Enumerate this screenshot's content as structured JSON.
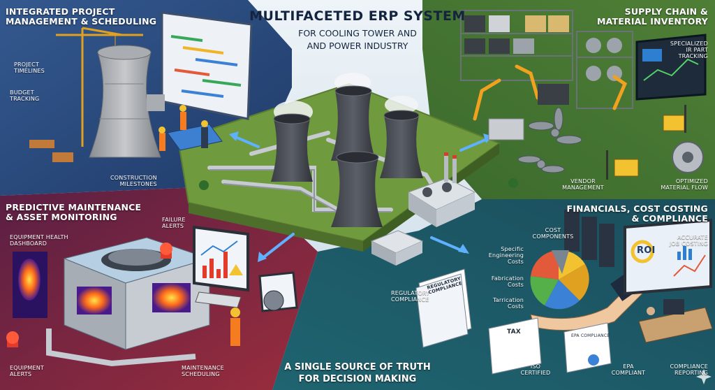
{
  "title": {
    "line1": "MULTIFACETED ERP SYSTEM",
    "line2": "FOR COOLING TOWER AND",
    "line3": "AND POWER INDUSTRY"
  },
  "quadrants": {
    "project": {
      "heading_line1": "INTEGRATED PROJECT",
      "heading_line2": "MANAGEMENT & SCHEDULING",
      "labels": {
        "timelines_1": "PROJECT",
        "timelines_2": "TIMELINES",
        "budget_1": "BUDGET",
        "budget_2": "TRACKING",
        "milestones_1": "CONSTRUCTION",
        "milestones_2": "MILESTONES"
      },
      "bg_color": "#2e4f86"
    },
    "supply": {
      "heading_line1": "SUPPLY CHAIN &",
      "heading_line2": "MATERIAL INVENTORY",
      "labels": {
        "tracking_1": "SPECIALIZED",
        "tracking_2": "IR PART",
        "tracking_3": "TRACKING",
        "vendor_1": "VENDOR",
        "vendor_2": "MANAGEMENT",
        "flow_1": "OPTIMIZED",
        "flow_2": "MATERIAL FLOW"
      },
      "bg_color": "#4f7a3a"
    },
    "maintenance": {
      "heading_line1": "PREDICTIVE MAINTENANCE",
      "heading_line2": "& ASSET MONITORING",
      "labels": {
        "dashboard_1": "EQUIPMENT HEALTH",
        "dashboard_2": "DASHBOARD",
        "failure_1": "FAILURE",
        "failure_2": "ALERTS",
        "equip_alerts_1": "EQUIPMENT",
        "equip_alerts_2": "ALERTS",
        "sched_1": "MAINTENANCE",
        "sched_2": "SCHEDULING"
      },
      "bg_color": "#7a2346"
    },
    "financials": {
      "heading_line1": "FINANCIALS, COST COSTING",
      "heading_line2": "& COMPLIANCE",
      "labels": {
        "cost_comp_1": "COST",
        "cost_comp_2": "COMPONENTS",
        "job_costing_1": "ACCURATE",
        "job_costing_2": "JOB COSTING",
        "eng_1": "Specific",
        "eng_2": "Engineering",
        "eng_3": "Costs",
        "fab_1": "Fabrication",
        "fab_2": "Costs",
        "tar_1": "Tarrication",
        "tar_2": "Costs",
        "regulatory_1": "REGULATORY",
        "regulatory_2": "COMPLIANCE",
        "iso_1": "ISO",
        "iso_2": "CERTIFIED",
        "epa_1": "EPA",
        "epa_2": "COMPLIANT",
        "reporting_1": "COMPLIANCE",
        "reporting_2": "REPORTING",
        "roi": "ROI",
        "doc_tax": "TAX",
        "doc_epa": "EPA COMPLIANCE",
        "doc_reg_1": "REGULATORY",
        "doc_reg_2": "COMPLIANCE"
      },
      "bg_color": "#1f5f6b"
    }
  },
  "bottom_banner": {
    "line1": "A SINGLE SOURCE OF TRUTH",
    "line2": "FOR DECISION MAKING"
  },
  "colors": {
    "center_bg": "#dfe9f2",
    "ground": "#6f9a3d",
    "tower": "#4b4f57",
    "arrow": "#5fb0ff",
    "alert": "#e23b2a"
  }
}
